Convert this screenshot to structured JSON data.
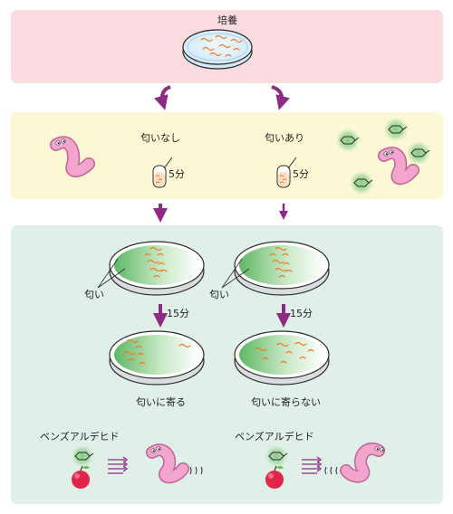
{
  "panels": {
    "culture": {
      "label": "培養",
      "color": "#f9dbe0"
    },
    "exposure": {
      "color": "#fdf8d4"
    },
    "assay": {
      "color": "#e0efe8"
    }
  },
  "conditions": {
    "no_odor": {
      "label": "匂いなし",
      "time_label": "5分"
    },
    "odor": {
      "label": "匂いあり",
      "time_label": "5分"
    }
  },
  "assay": {
    "odor_label": "匂い",
    "time_label": "15分",
    "result_attracted": "匂いに寄る",
    "result_not_attracted": "匂いに寄らない"
  },
  "chemical": {
    "name": "ベンズアルデヒド"
  },
  "colors": {
    "arrow": "#8e2a84",
    "worm_body": "#f2a6cd",
    "worm_outline": "#c2629a",
    "odor_green": "#4caf50",
    "plate_blue": "#dff0fb",
    "worm_orange": "#f07a1e",
    "apple_red": "#e0244a"
  },
  "icons": [
    "worm-icon",
    "odor-molecule-icon",
    "test-tube-icon",
    "petri-dish-icon",
    "apple-icon",
    "arrow-icon"
  ]
}
